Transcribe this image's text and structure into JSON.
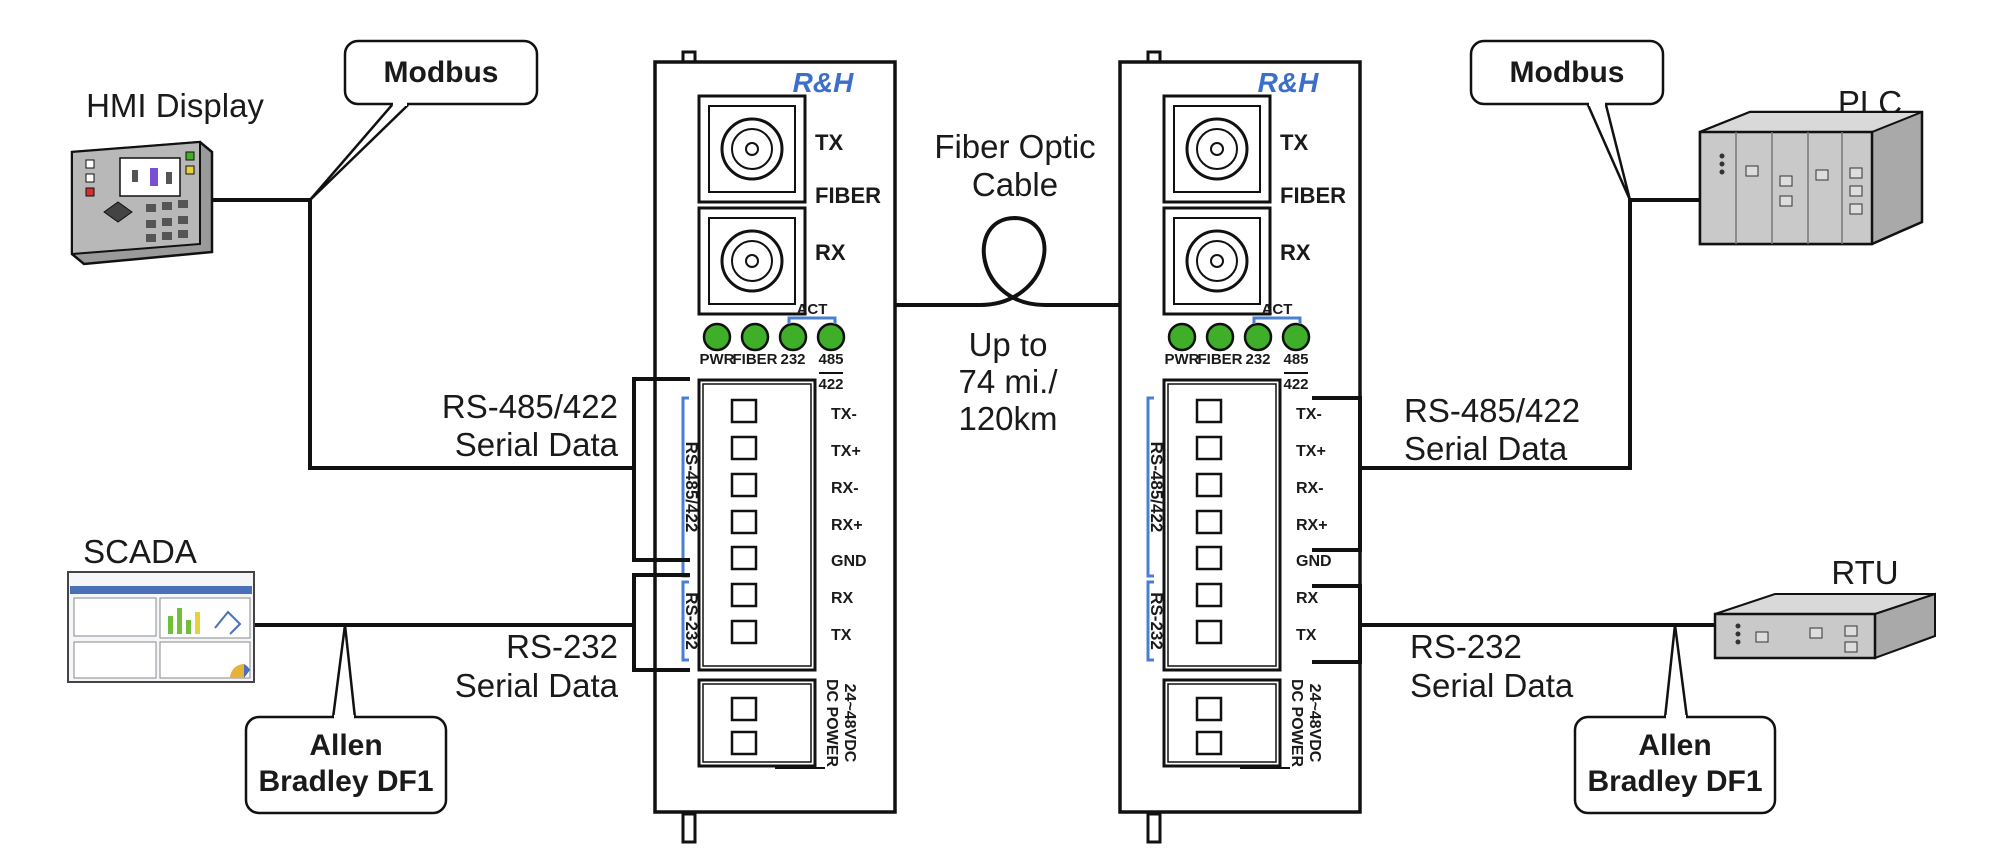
{
  "colors": {
    "line": "#111111",
    "led_green": "#3fae29",
    "logo_blue": "#3b6fc9",
    "bracket_blue": "#4a7fd0",
    "device_gray": "#c9c9c9"
  },
  "converter": {
    "logo": "R&H",
    "tx": "TX",
    "fiber": "FIBER",
    "rx": "RX",
    "act": "ACT",
    "leds": [
      "PWR",
      "FIBER",
      "232",
      "485",
      "422"
    ],
    "group_485": "RS-485/422",
    "group_232": "RS-232",
    "pins": [
      "TX-",
      "TX+",
      "RX-",
      "RX+",
      "GND",
      "RX",
      "TX"
    ],
    "dc_power_1": "DC POWER",
    "dc_power_2": "24~48VDC"
  },
  "fiber": {
    "title_1": "Fiber Optic",
    "title_2": "Cable",
    "distance_1": "Up to",
    "distance_2": "74 mi./",
    "distance_3": "120km"
  },
  "left": {
    "hmi_label": "HMI Display",
    "scada_label": "SCADA",
    "modbus": "Modbus",
    "allen_1": "Allen",
    "allen_2": "Bradley DF1",
    "rs485_1": "RS-485/422",
    "rs485_2": "Serial Data",
    "rs232_1": "RS-232",
    "rs232_2": "Serial Data"
  },
  "right": {
    "plc_label": "PLC",
    "rtu_label": "RTU",
    "modbus": "Modbus",
    "allen_1": "Allen",
    "allen_2": "Bradley DF1",
    "rs485_1": "RS-485/422",
    "rs485_2": "Serial Data",
    "rs232_1": "RS-232",
    "rs232_2": "Serial Data"
  }
}
